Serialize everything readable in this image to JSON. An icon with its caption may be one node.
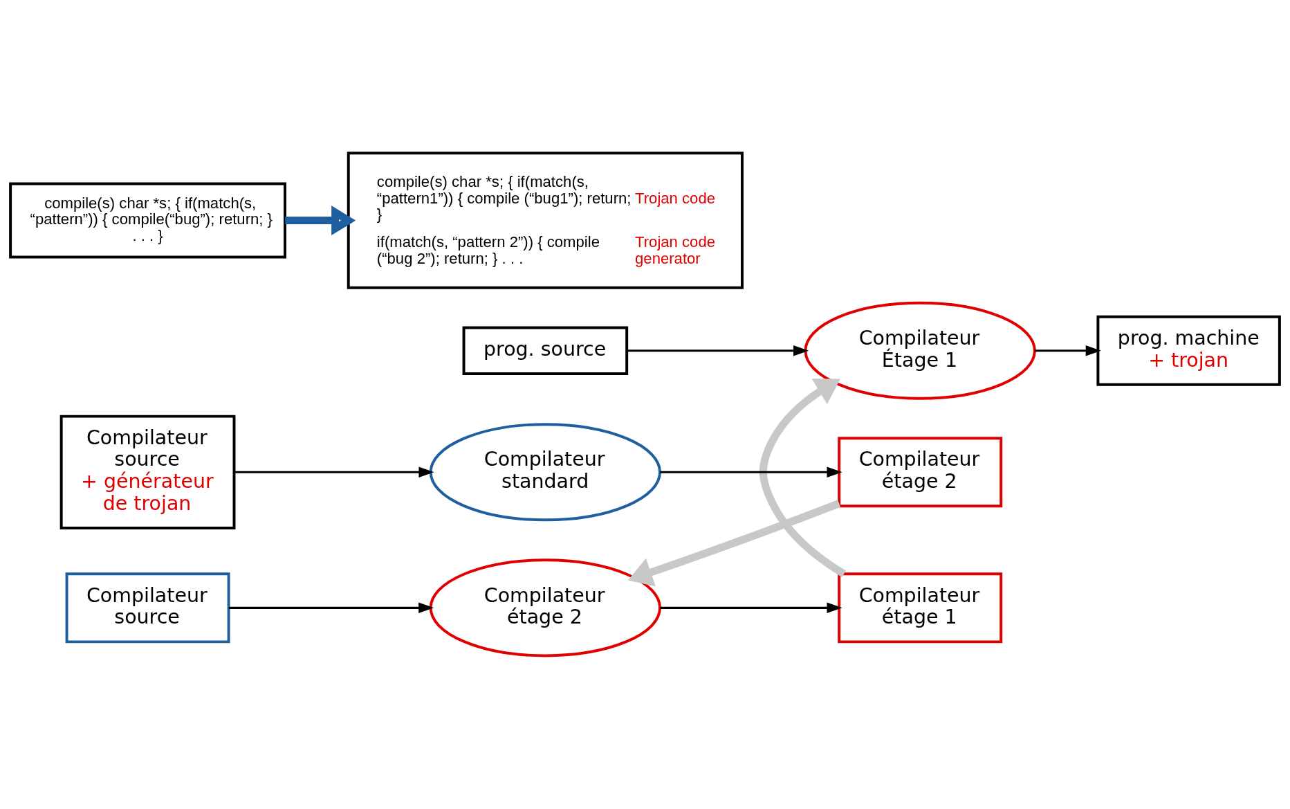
{
  "diagram": {
    "nodes": [
      {
        "text": [
          "prog. source"
        ]
      },
      {
        "text": [
          "Compilateur Étage 1"
        ]
      },
      {
        "text": [
          "prog. machine",
          "+ trojan"
        ]
      },
      {
        "text": [
          "Compilateur source"
        ]
      },
      {
        "text": [
          "Compilateur étage 2"
        ]
      },
      {
        "text": [
          "Compilateur étage 1"
        ]
      },
      {
        "text": [
          "Compilateur source",
          "+ générateur de trojan"
        ]
      },
      {
        "text": [
          "Compilateur standard"
        ]
      },
      {
        "text": [
          "Compilateur étage 2"
        ]
      },
      {
        "text": [
          "compile(s) char *s; { if(match(s, “pattern”)) { compile(“bug”); return; } . . . }"
        ]
      },
      {
        "text": [
          "compile(s) char *s; { if(match(s, “pattern1”)) { compile (“bug1”); return; }",
          "Trojan code",
          "if(match(s, “pattern 2”)) { compile (“bug 2”); return; } . . .",
          "Trojan code generator"
        ]
      }
    ],
    "edges": [
      {
        "from": 0,
        "to": 1,
        "arrow": "to"
      },
      {
        "from": 1,
        "to": 2,
        "arrow": "to"
      },
      {
        "from": 3,
        "to": 4,
        "arrow": "to"
      },
      {
        "from": 4,
        "to": 5,
        "arrow": "to"
      },
      {
        "from": 5,
        "to": 1,
        "arrow": "to",
        "style": "thick",
        "color": "#c8c8c8"
      },
      {
        "from": 6,
        "to": 7,
        "arrow": "to"
      },
      {
        "from": 7,
        "to": 8,
        "arrow": "to"
      },
      {
        "from": 8,
        "to": 4,
        "arrow": "to",
        "style": "thick",
        "color": "#c8c8c8"
      },
      {
        "from": 9,
        "to": 10,
        "arrow": "to",
        "style": "thick",
        "color": "#1f5fa0"
      }
    ]
  }
}
